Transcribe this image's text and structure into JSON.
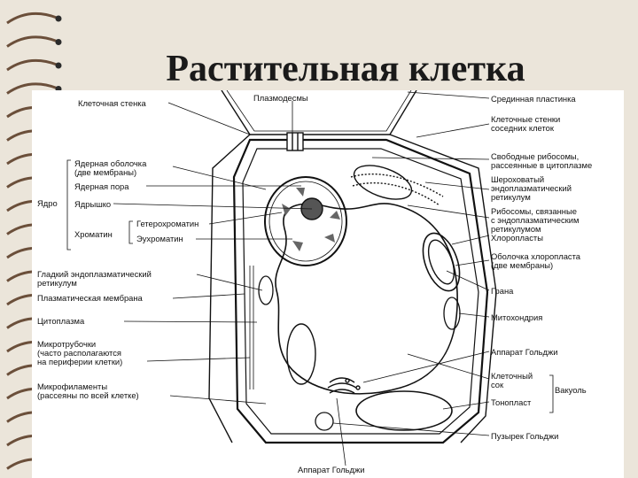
{
  "title": "Растительная клетка",
  "colors": {
    "background": "#ebe5da",
    "panel": "#ffffff",
    "ink": "#111111",
    "binder": "#6b4f3a"
  },
  "labels": {
    "cell_wall": "Клеточная стенка",
    "plasmodesmata": "Плазмодесмы",
    "middle_lamella": "Срединная пластинка",
    "neighbor_walls_1": "Клеточные стенки",
    "neighbor_walls_2": "соседних клеток",
    "free_ribosomes_1": "Свободные рибосомы,",
    "free_ribosomes_2": "рассеянные в цитоплазме",
    "rough_er_1": "Шероховатый",
    "rough_er_2": "эндоплазматический",
    "rough_er_3": "ретикулум",
    "er_ribosomes_1": "Рибосомы, связанные",
    "er_ribosomes_2": "с эндоплазматическим",
    "er_ribosomes_3": "ретикулумом",
    "chloroplasts": "Хлоропласты",
    "chloroplast_envelope_1": "Оболочка хлоропласта",
    "chloroplast_envelope_2": "(две мембраны)",
    "grana": "Грана",
    "mitochondrion": "Митохондрия",
    "golgi_right": "Аппарат Гольджи",
    "cell_sap_1": "Клеточный",
    "cell_sap_2": "сок",
    "vacuole": "Вакуоль",
    "tonoplast": "Тонопласт",
    "golgi_vesicle": "Пузырек Гольджи",
    "golgi_bottom": "Аппарат Гольджи",
    "nucleus": "Ядро",
    "nuclear_envelope_1": "Ядерная оболочка",
    "nuclear_envelope_2": "(две мембраны)",
    "nuclear_pore": "Ядерная пора",
    "nucleolus": "Ядрышко",
    "chromatin": "Хроматин",
    "heterochromatin": "Гетерохроматин",
    "euchromatin": "Эухроматин",
    "smooth_er_1": "Гладкий эндоплазматический",
    "smooth_er_2": "ретикулум",
    "plasma_membrane": "Плазматическая мембрана",
    "cytoplasm": "Цитоплазма",
    "microtubules_1": "Микротрубочки",
    "microtubules_2": "(часто располагаются",
    "microtubules_3": "на периферии клетки)",
    "microfilaments_1": "Микрофиламенты",
    "microfilaments_2": "(рассеяны по всей клетке)"
  }
}
